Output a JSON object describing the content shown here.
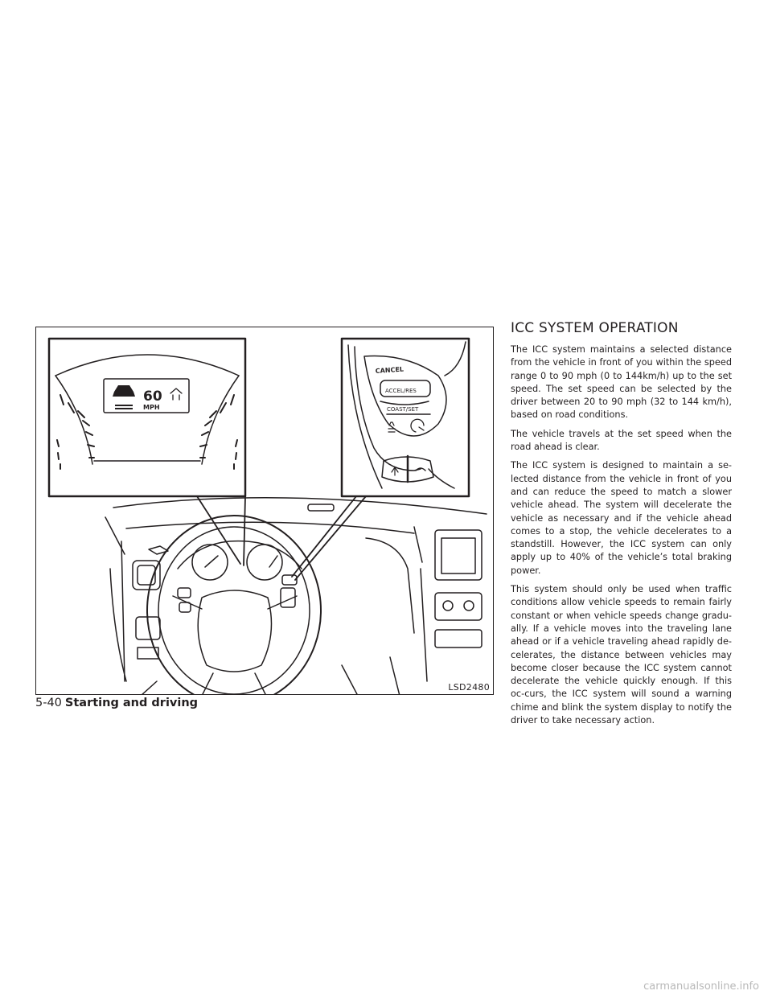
{
  "figure": {
    "id_label": "LSD2480",
    "display": {
      "speed": "60",
      "unit": "MPH"
    },
    "buttons": {
      "cancel": "CANCEL",
      "accel_res": "ACCEL/RES",
      "coast_set": "COAST/SET"
    }
  },
  "section": {
    "title": "ICC SYSTEM OPERATION",
    "paragraphs": [
      "The ICC system maintains a selected distance from the vehicle in front of you within the speed range 0 to 90 mph (0 to 144km/h) up to the set speed. The set speed can be selected by the driver between 20 to 90 mph (32 to 144 km/h), based on road conditions.",
      "The vehicle travels at the set speed when the road ahead is clear.",
      "The ICC system is designed to maintain a se-lected distance from the vehicle in front of you and can reduce the speed to match a slower vehicle ahead. The system will decelerate the vehicle as necessary and if the vehicle ahead comes to a stop, the vehicle decelerates to a standstill. However, the ICC system can only apply up to 40% of the vehicle’s total braking power.",
      "This system should only be used when traffic conditions allow vehicle speeds to remain fairly constant or when vehicle speeds change gradu-ally. If a vehicle moves into the traveling lane ahead or if a vehicle traveling ahead rapidly de-celerates, the distance between vehicles may become closer because the ICC system cannot decelerate the vehicle quickly enough. If this oc-curs, the ICC system will sound a warning chime and blink the system display to notify the driver to take necessary action."
    ]
  },
  "footer": {
    "page_number": "5-40",
    "section_name": "Starting and driving"
  },
  "watermark": "carmanualsonline.info"
}
